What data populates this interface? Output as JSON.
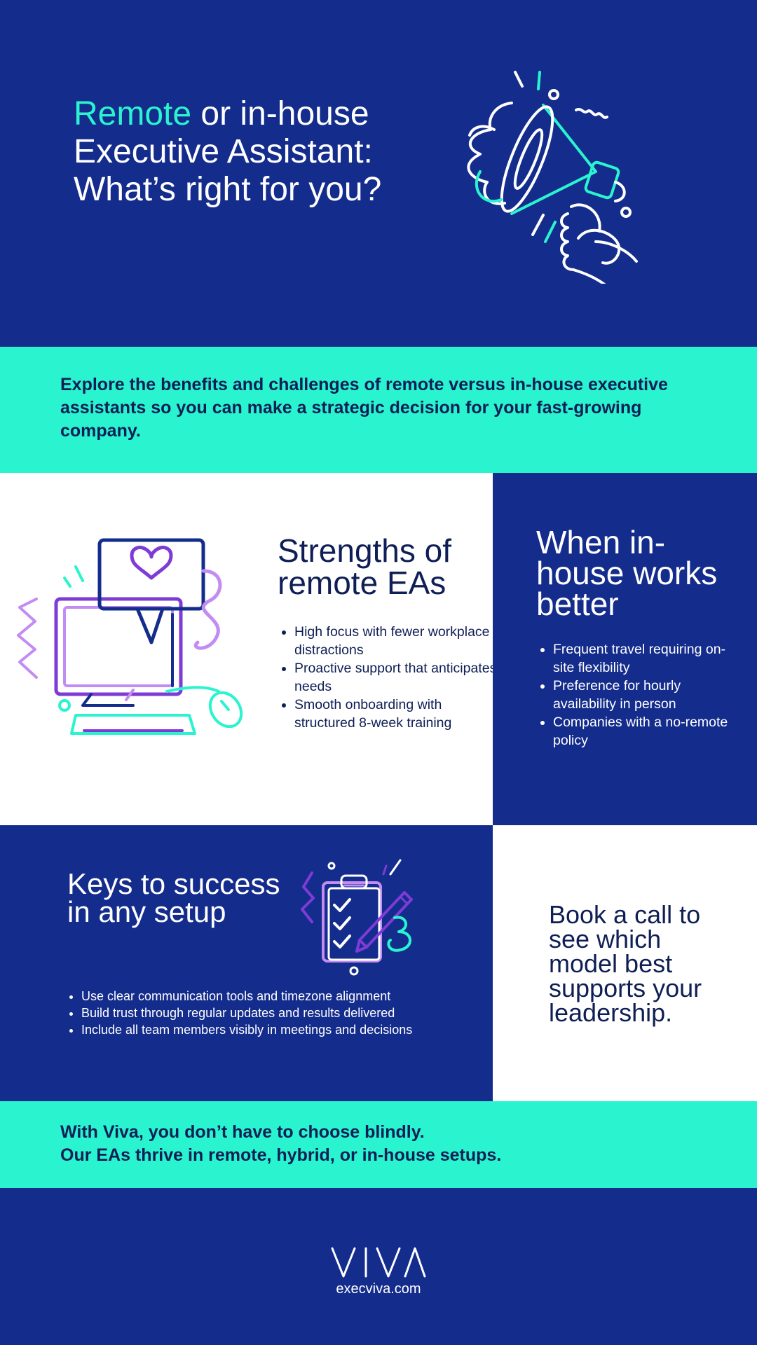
{
  "hero": {
    "title_accent": "Remote",
    "title_rest": " or in-house Executive Assistant: What’s right for you?",
    "icon": "megaphone-icon"
  },
  "intro": {
    "text": "Explore the benefits and challenges of remote versus in-house executive assistants so you can make a strategic decision for your fast-growing company."
  },
  "strengths": {
    "icon": "computer-heart-icon",
    "title": "Strengths of remote EAs",
    "items": [
      "High focus with fewer workplace distractions",
      "Proactive support that anticipates needs",
      "Smooth onboarding with structured 8-week training"
    ]
  },
  "inhouse": {
    "title": "When in-house works better",
    "items": [
      "Frequent travel requiring on-site flexibility",
      "Preference for hourly availability in person",
      "Companies with a no-remote policy"
    ]
  },
  "keys": {
    "title": "Keys to success in any setup",
    "icon": "clipboard-checklist-icon",
    "items": [
      "Use clear communication tools and timezone alignment",
      "Build trust through regular updates and results delivered",
      "Include all team members visibly in meetings and decisions"
    ]
  },
  "book": {
    "text": "Book a call to see which model best supports your leadership."
  },
  "closing": {
    "line1": "With Viva, you don’t have to choose blindly.",
    "line2": "Our EAs thrive in remote, hybrid, or in-house setups."
  },
  "footer": {
    "logo_text": "VIVA",
    "url": "execviva.com"
  },
  "colors": {
    "navy": "#142c8c",
    "navy_dark": "#0f1f55",
    "mint": "#2af4cf",
    "purple": "#7f3bd6",
    "lavender": "#c38cf3",
    "white": "#ffffff"
  }
}
